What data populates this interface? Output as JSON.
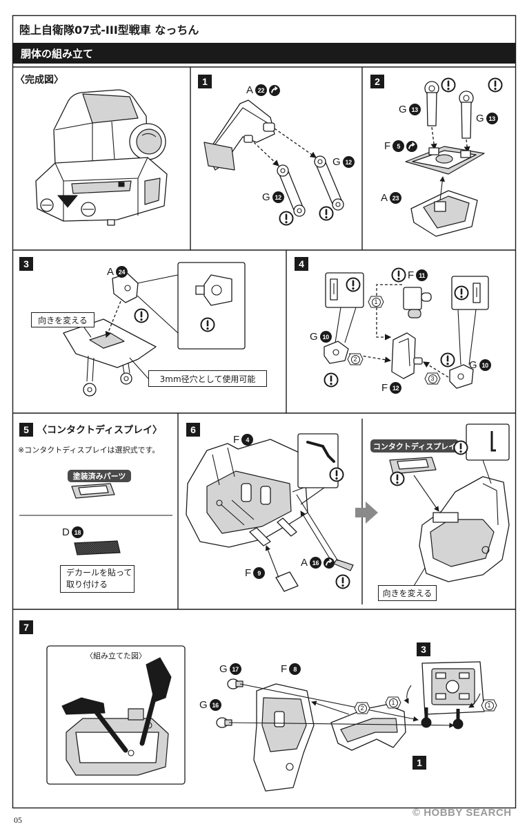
{
  "page": {
    "title": "陸上自衛隊07式-III型戦車 なっちん",
    "section": "胴体の組み立て",
    "page_number": "05",
    "watermark": "© HOBBY SEARCH"
  },
  "colors": {
    "ink": "#1a1a1a",
    "part_fill": "#d4d4d4",
    "tag_bg": "#4a4a4a",
    "watermark": "#9a9a9a"
  },
  "completed": {
    "label": "〈完成図〉"
  },
  "step1": {
    "number": "1",
    "parts": [
      {
        "letter": "A",
        "num": "22"
      },
      {
        "letter": "G",
        "num": "12"
      },
      {
        "letter": "G",
        "num": "12"
      }
    ]
  },
  "step2": {
    "number": "2",
    "parts": [
      {
        "letter": "G",
        "num": "13"
      },
      {
        "letter": "G",
        "num": "13"
      },
      {
        "letter": "F",
        "num": "5"
      },
      {
        "letter": "A",
        "num": "23"
      }
    ]
  },
  "step3": {
    "number": "3",
    "parts": [
      {
        "letter": "A",
        "num": "24"
      }
    ],
    "note_turn": "向きを変える",
    "note_hole": "3mm径穴として使用可能"
  },
  "step4": {
    "number": "4",
    "parts": [
      {
        "letter": "F",
        "num": "11"
      },
      {
        "letter": "G",
        "num": "10"
      },
      {
        "letter": "F",
        "num": "12"
      },
      {
        "letter": "G",
        "num": "10"
      }
    ],
    "order": [
      "1",
      "2",
      "3"
    ]
  },
  "step5": {
    "number": "5",
    "title": "〈コンタクトディスプレイ〉",
    "note": "※コンタクトディスプレイは選択式です。",
    "tag_painted": "塗装済みパーツ",
    "parts": [
      {
        "letter": "D",
        "num": "18"
      }
    ],
    "decal_note_line1": "デカールを貼って",
    "decal_note_line2": "取り付ける"
  },
  "step6": {
    "number": "6",
    "parts": [
      {
        "letter": "F",
        "num": "4"
      },
      {
        "letter": "F",
        "num": "9"
      },
      {
        "letter": "A",
        "num": "16"
      }
    ],
    "tag_display": "コンタクトディスプレイ",
    "note_turn": "向きを変える"
  },
  "step7": {
    "number": "7",
    "label": "〈組み立てた図〉",
    "parts": [
      {
        "letter": "G",
        "num": "17"
      },
      {
        "letter": "F",
        "num": "8"
      },
      {
        "letter": "G",
        "num": "16"
      }
    ],
    "ref_steps": [
      "3",
      "1"
    ],
    "order": [
      "1",
      "2",
      "1"
    ]
  }
}
